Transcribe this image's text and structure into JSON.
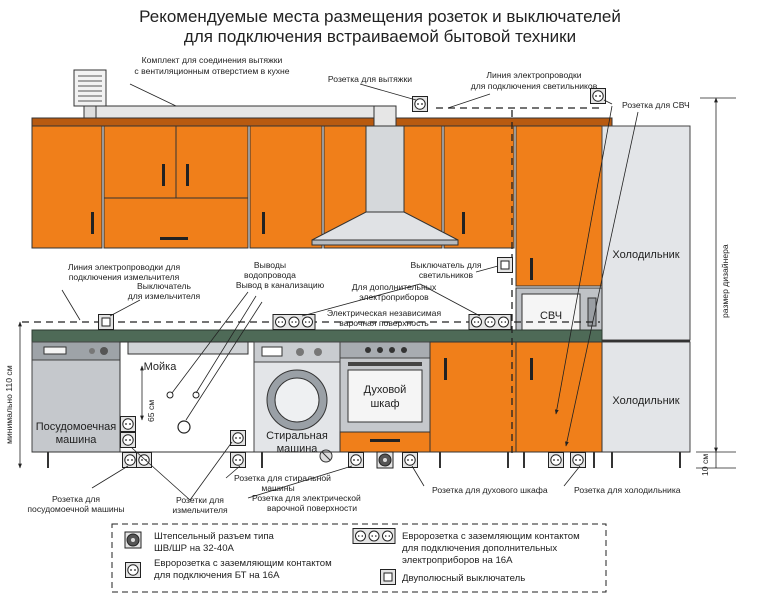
{
  "title": {
    "line1": "Рекомендуемые места размещения розеток и выключателей",
    "line2": "для подключения встраиваемой бытовой техники"
  },
  "labels": {
    "hood_kit_1": "Комплект для соединения вытяжки",
    "hood_kit_2": "с вентиляционным отверстием в кухне",
    "hood_socket": "Розетка для вытяжки",
    "light_line_1": "Линия электропроводки",
    "light_line_2": "для подключения светильников",
    "mw_socket": "Розетка для СВЧ",
    "grinder_line_1": "Линия электропроводки для",
    "grinder_line_2": "подключения измельчителя",
    "grinder_switch_1": "Выключатель",
    "grinder_switch_2": "для измельчителя",
    "water_1": "Выводы",
    "water_2": "водопровода",
    "sewer": "Вывод в канализацию",
    "light_switch_1": "Выключатель для",
    "light_switch_2": "светильников",
    "extra_1": "Для дополнительных",
    "extra_2": "электроприборов",
    "hob_1": "Электрическая независимая",
    "hob_2": "варочная поверхность",
    "washer_socket_1": "Розетка для стиральной",
    "washer_socket_2": "машины",
    "hob_socket_1": "Розетка для электрической",
    "hob_socket_2": "варочной поверхности",
    "grinder_sockets_1": "Розетки для",
    "grinder_sockets_2": "измельчителя",
    "dishwasher_socket_1": "Розетка для",
    "dishwasher_socket_2": "посудомоечной машины",
    "oven_socket": "Розетка для духового шкафа",
    "fridge_socket": "Розетка для холодильника",
    "dim_110": "минимально 110 см",
    "dim_65": "65 см",
    "dim_10": "10 см",
    "dim_designer": "размер дизайнера"
  },
  "appliances": {
    "dishwasher_1": "Посудомоечная",
    "dishwasher_2": "машина",
    "sink": "Мойка",
    "washer_1": "Стиральная",
    "washer_2": "машина",
    "oven_1": "Духовой",
    "oven_2": "шкаф",
    "microwave": "СВЧ",
    "fridge_top": "Холодильник",
    "fridge_bottom": "Холодильник"
  },
  "legend": {
    "plug_1": "Штепсельный разъем типа",
    "plug_2": "ШВ/ШР на 32-40А",
    "euro_1": "Евророзетка с заземляющим контактом",
    "euro_2": "для подключения БТ на 16А",
    "triple_1": "Евророзетка с заземляющим контактом",
    "triple_2": "для подключения дополнительных",
    "triple_3": "электроприборов на 16А",
    "switch": "Двуполюсный выключатель"
  },
  "colors": {
    "cabinet": "#f07f1a",
    "countertop": "#4e6a57",
    "steel": "#c5c8cc"
  }
}
